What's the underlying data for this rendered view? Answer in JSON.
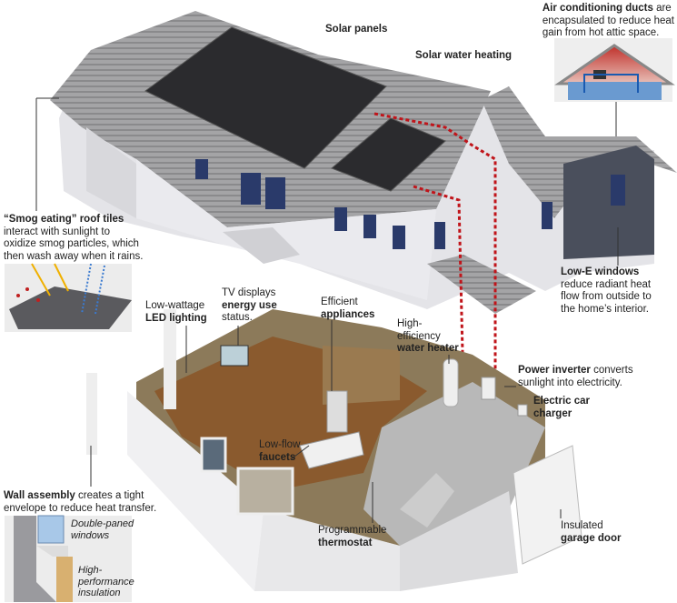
{
  "labels": {
    "solar_panels": {
      "bold": "Solar panels"
    },
    "solar_water": {
      "bold": "Solar water heating"
    },
    "ac_ducts": {
      "bold": "Air conditioning ducts",
      "text1": " are",
      "text2": "encapsulated to reduce heat",
      "text3": "gain from hot attic space."
    },
    "smog": {
      "bold": "“Smog eating” roof tiles",
      "text1": "interact with sunlight to",
      "text2": "oxidize smog particles, which",
      "text3": "then wash away when it rains."
    },
    "lowe": {
      "bold": "Low-E windows",
      "text1": "reduce radiant heat",
      "text2": "flow from outside to",
      "text3": "the home’s interior."
    },
    "led": {
      "text1": "Low-wattage",
      "bold": "LED lighting"
    },
    "tv": {
      "text1": "TV displays",
      "bold": "energy use",
      "text2": "status."
    },
    "appliances": {
      "text1": "Efficient",
      "bold": "appliances"
    },
    "water_heater": {
      "text1": "High-",
      "text2": "efficiency",
      "bold": "water heater"
    },
    "inverter": {
      "bold": "Power inverter",
      "text1": " converts",
      "text2": "sunlight into electricity."
    },
    "car_charger": {
      "bold1": "Electric car",
      "bold2": "charger"
    },
    "faucets": {
      "text1": "Low-flow",
      "bold": "faucets"
    },
    "wall": {
      "bold": "Wall assembly",
      "text1": " creates a tight",
      "text2": "envelope to reduce heat transfer."
    },
    "windows_inset": {
      "line1": "Double-paned",
      "line2": "windows"
    },
    "insulation_inset": {
      "line1": "High-",
      "line2": "performance",
      "line3": "insulation"
    },
    "thermostat": {
      "text1": "Programmable",
      "bold": "thermostat"
    },
    "garage": {
      "text1": "Insulated",
      "bold": "garage door"
    }
  },
  "colors": {
    "roof": "#9a9a9a",
    "wall": "#e6e6ea",
    "panel": "#2b2b2e",
    "floor": "#8a5a2e",
    "interior": "#8c7a5a",
    "siding": "#4a4f5c",
    "pipe": "#c0141a",
    "ac_hot": "#c0302a",
    "ac_cool": "#6a9ad0"
  }
}
